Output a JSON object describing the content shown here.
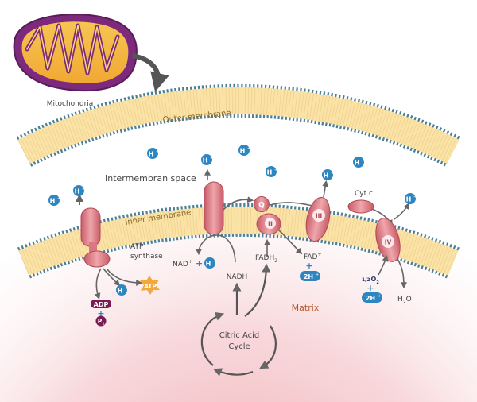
{
  "labels": {
    "mitochondria": "Mitochondria",
    "outer_membrane": "Outer membrane",
    "inner_membrane": "Inner membrane",
    "intermembrane_space": "Intermembran space",
    "matrix": "Matrix",
    "atp_synthase_line1": "ATP",
    "atp_synthase_line2": "synthase",
    "cyt_c": "Cyt c",
    "nadh": "NADH",
    "fadh2_main": "FADH",
    "fadh2_sub": "2",
    "nad_main": "NAD",
    "nad_sup": "+",
    "fad_main": "FAD",
    "fad_sup": "+",
    "plus": "+",
    "adp": "ADP",
    "pi_main": "P",
    "pi_sub": "i",
    "atp": "ATP",
    "citric_line1": "Citric Acid",
    "citric_line2": "Cycle",
    "half_o2_frac": "1/2",
    "half_o2_main": "O",
    "half_o2_sub": "2",
    "h2o_main": "H",
    "h2o_sub": "2",
    "h2o_end": "O",
    "h_main": "H",
    "h_sup": "+",
    "two_h": "2H",
    "complex_q": "Q",
    "complex_ii": "II",
    "complex_iii": "III",
    "complex_iv": "IV"
  },
  "colors": {
    "membrane_fill": "#fbe3a6",
    "membrane_beads": "#4a7f95",
    "proton_blue": "#2e86c1",
    "protein_pink": "#dc8088",
    "matrix_pink": "#f3c4c8",
    "atp_orange": "#f2a93b",
    "adp_purple": "#7a1b52",
    "matrix_text": "#b6582d",
    "arrow_gray": "#666666"
  }
}
